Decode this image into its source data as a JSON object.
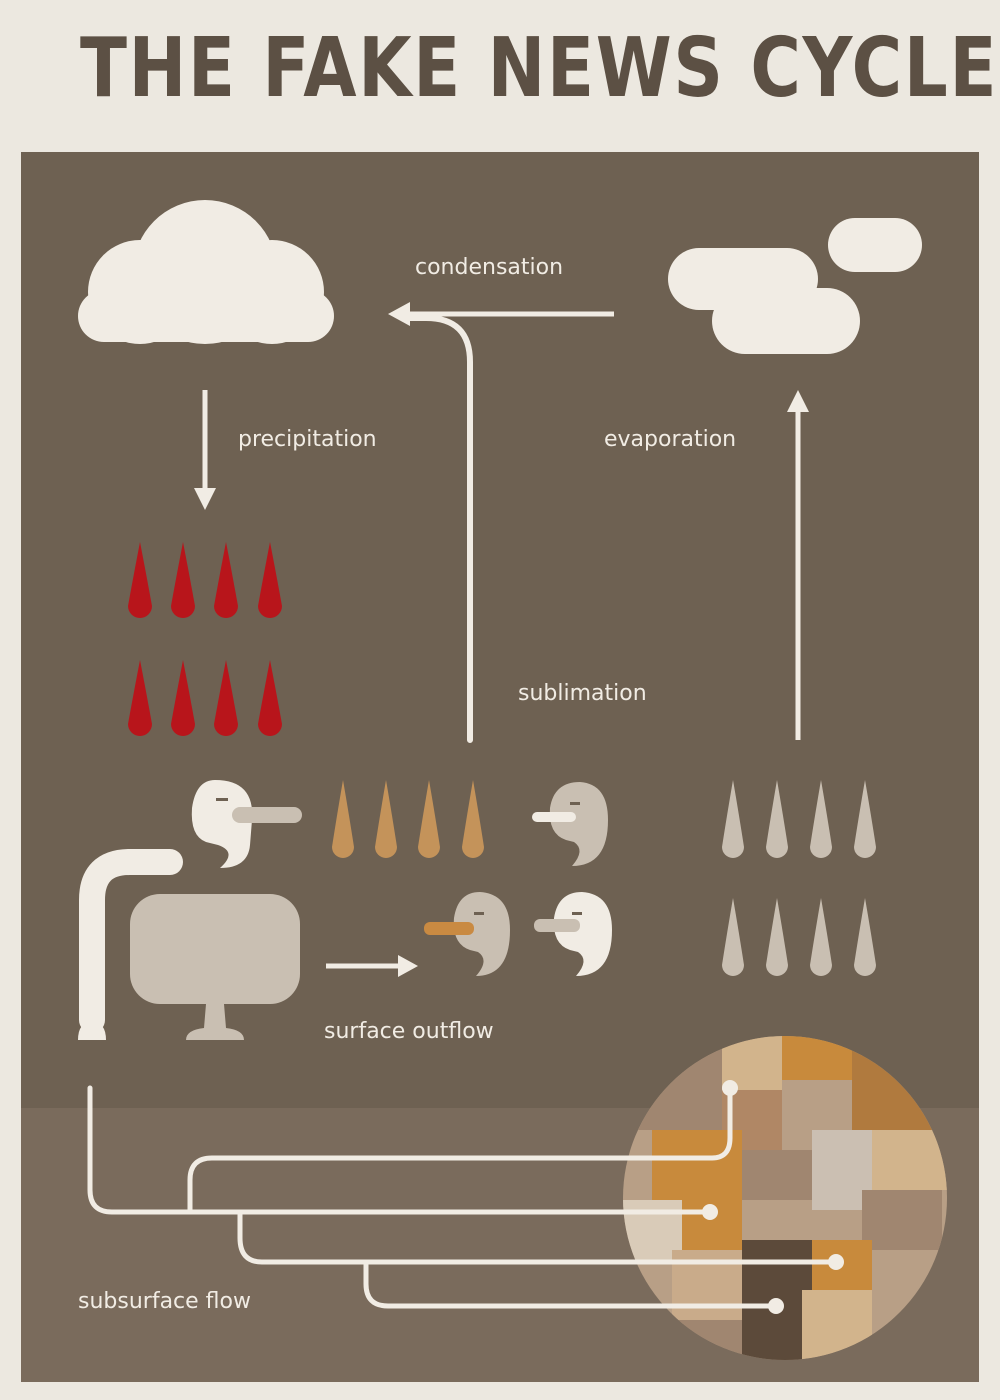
{
  "title": "THE FAKE NEWS CYCLE",
  "labels": {
    "condensation": "condensation",
    "precipitation": "precipitation",
    "evaporation": "evaporation",
    "sublimation": "sublimation",
    "surface_outflow": "surface outflow",
    "subsurface_flow": "subsurface flow"
  },
  "colors": {
    "paper": "#ece8e0",
    "panel": "#6e6152",
    "ground": "#7a6b5c",
    "ink": "#f1ece4",
    "red_drop": "#b8151b",
    "tan_drop": "#c4935a",
    "grey_drop": "#c9bfb2",
    "title": "#5c5044"
  },
  "icons": [
    "cloud-icon",
    "cloud-cluster-icon",
    "raindrop-icon",
    "liar-head-icon",
    "tv-screen-icon",
    "globe-icon",
    "arrow-icon"
  ]
}
